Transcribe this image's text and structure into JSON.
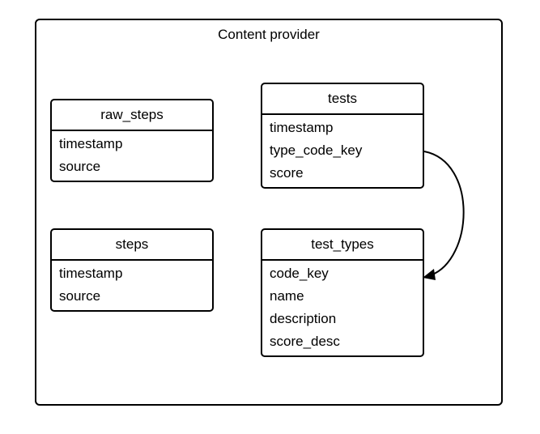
{
  "container": {
    "title": "Content provider"
  },
  "entities": {
    "raw_steps": {
      "title": "raw_steps",
      "fields": [
        "timestamp",
        "source"
      ]
    },
    "steps": {
      "title": "steps",
      "fields": [
        "timestamp",
        "source"
      ]
    },
    "tests": {
      "title": "tests",
      "fields": [
        "timestamp",
        "type_code_key",
        "score"
      ]
    },
    "test_types": {
      "title": "test_types",
      "fields": [
        "code_key",
        "name",
        "description",
        "score_desc"
      ]
    }
  },
  "relations": [
    {
      "from": "tests.type_code_key",
      "to": "test_types.code_key"
    }
  ]
}
